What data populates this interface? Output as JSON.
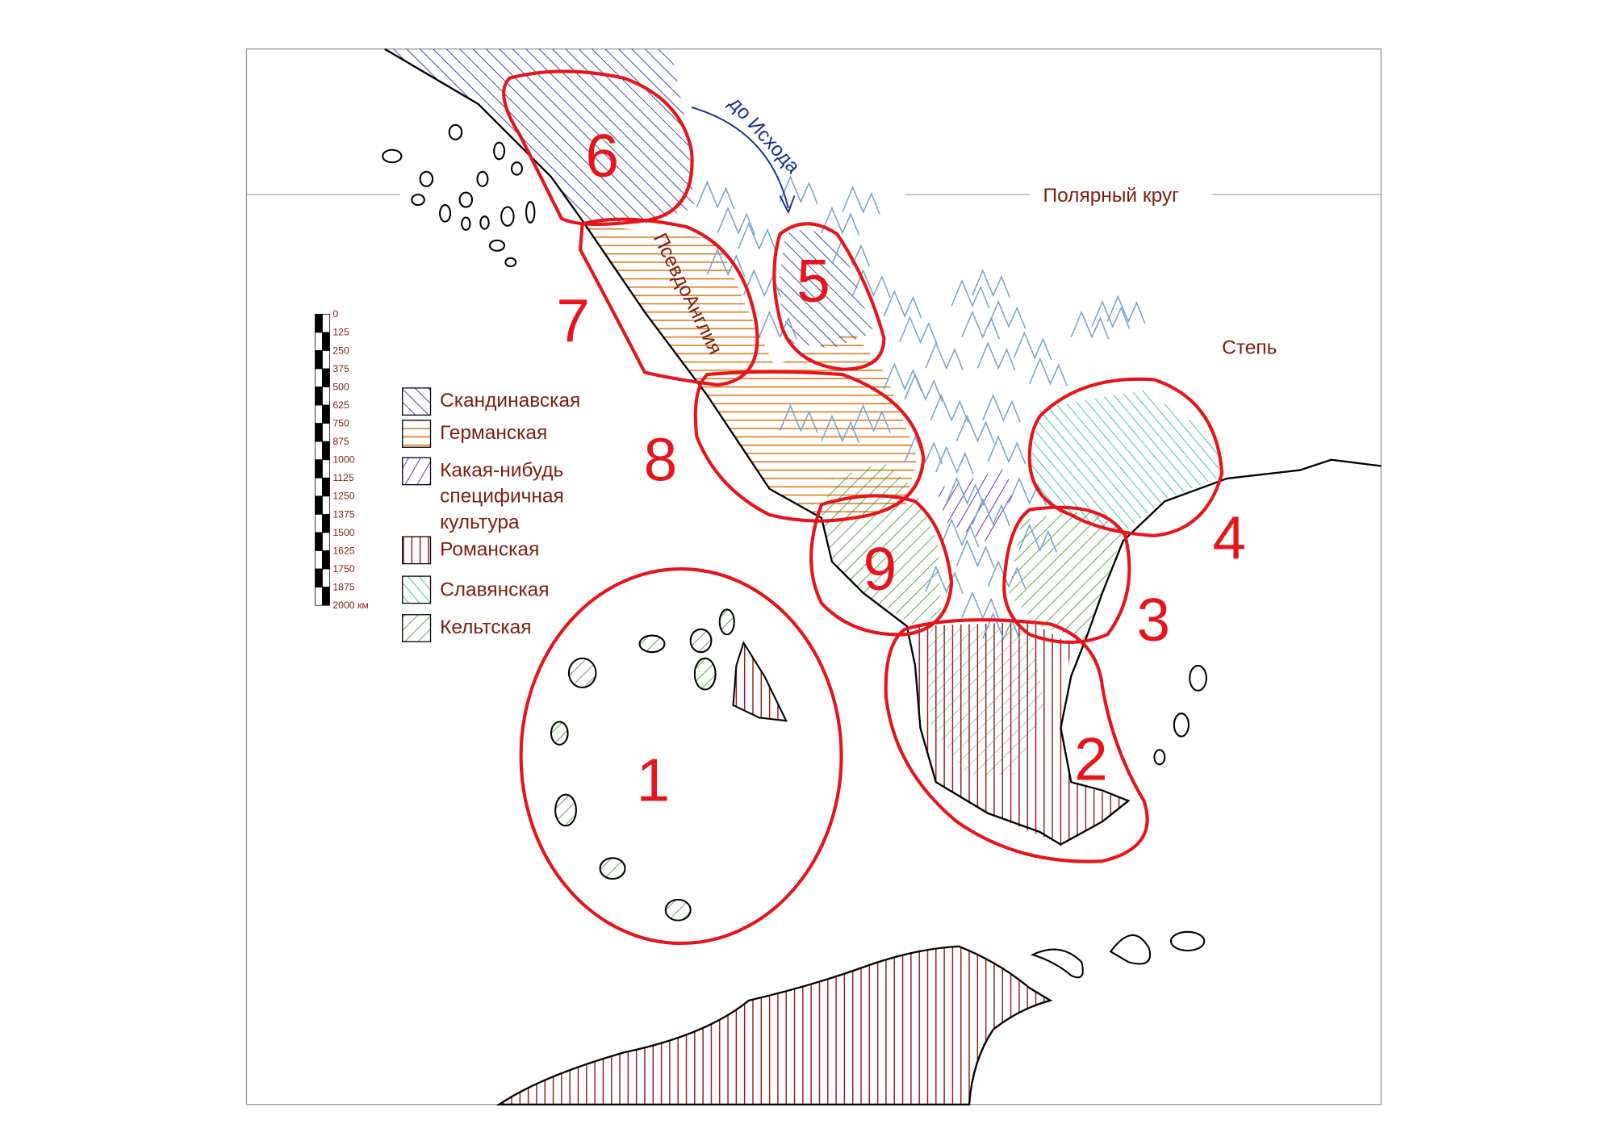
{
  "labels": {
    "polar_circle": "Полярный круг",
    "steppe": "Степь",
    "exodus": "до Исхода",
    "pseudo_england": "ПсевдоАнглия"
  },
  "regions": [
    "1",
    "2",
    "3",
    "4",
    "5",
    "6",
    "7",
    "8",
    "9"
  ],
  "legend": [
    {
      "label": "Скандинавская",
      "color": "#1a2f8a"
    },
    {
      "label": "Германская",
      "color": "#d9822b"
    },
    {
      "label_lines": [
        "Какая-нибудь",
        "специфичная",
        "культура"
      ],
      "color": "#6a22b8"
    },
    {
      "label": "Романская",
      "color": "#8b1a1a"
    },
    {
      "label": "Славянская",
      "color": "#22b5a0"
    },
    {
      "label": "Кельтская",
      "color": "#3a9a2a"
    }
  ],
  "scale": {
    "ticks": [
      "0",
      "125",
      "250",
      "375",
      "500",
      "625",
      "750",
      "875",
      "1000",
      "1125",
      "1250",
      "1375",
      "1500",
      "1625",
      "1750",
      "1875",
      "2000 км"
    ]
  },
  "colors": {
    "outline": "#e8141b",
    "text": "#7a1f10",
    "mountains": "#7aa3c8"
  }
}
